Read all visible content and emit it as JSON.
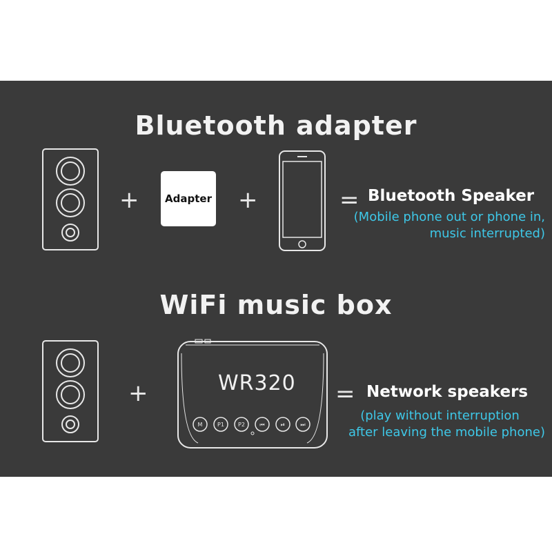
{
  "bluetooth": {
    "title": "Bluetooth adapter",
    "plus": "+",
    "adapter_label": "Adapter",
    "equals": "=",
    "result": "Bluetooth Speaker",
    "note_line1": "(Mobile phone out or phone in,",
    "note_line2": "music interrupted)"
  },
  "wifi": {
    "title": "WiFi music box",
    "plus": "+",
    "device_label": "WR320",
    "equals": "=",
    "result": "Network speakers",
    "note_line1": "(play without interruption",
    "note_line2": "after leaving the mobile phone)",
    "buttons": [
      "M",
      "P1",
      "P2",
      "⏮",
      "⏯",
      "⏭"
    ]
  },
  "colors": {
    "panel": "#3a3a3a",
    "text": "#f2f2f2",
    "note": "#3ec8e8"
  }
}
